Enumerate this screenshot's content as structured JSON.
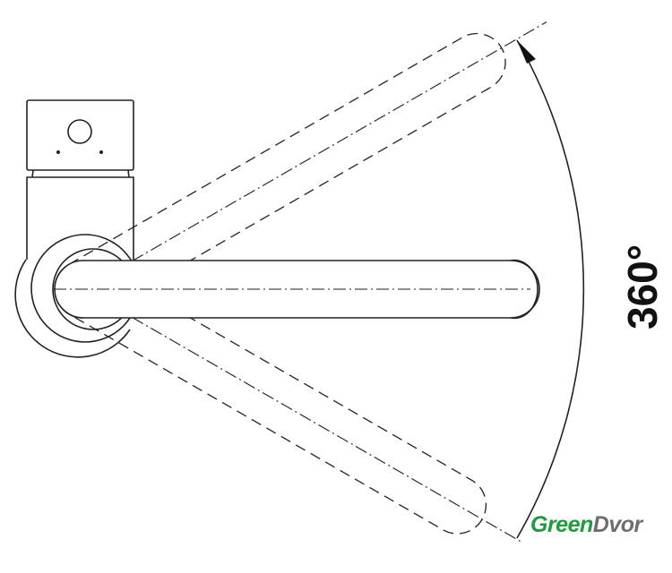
{
  "diagram": {
    "rotation_label": "360°",
    "rotation_degrees": 360
  },
  "logo": {
    "part1": "Green",
    "part2": "Dvor",
    "colors": {
      "green": "#1f9a3c",
      "gray": "#6e6e6e"
    }
  }
}
